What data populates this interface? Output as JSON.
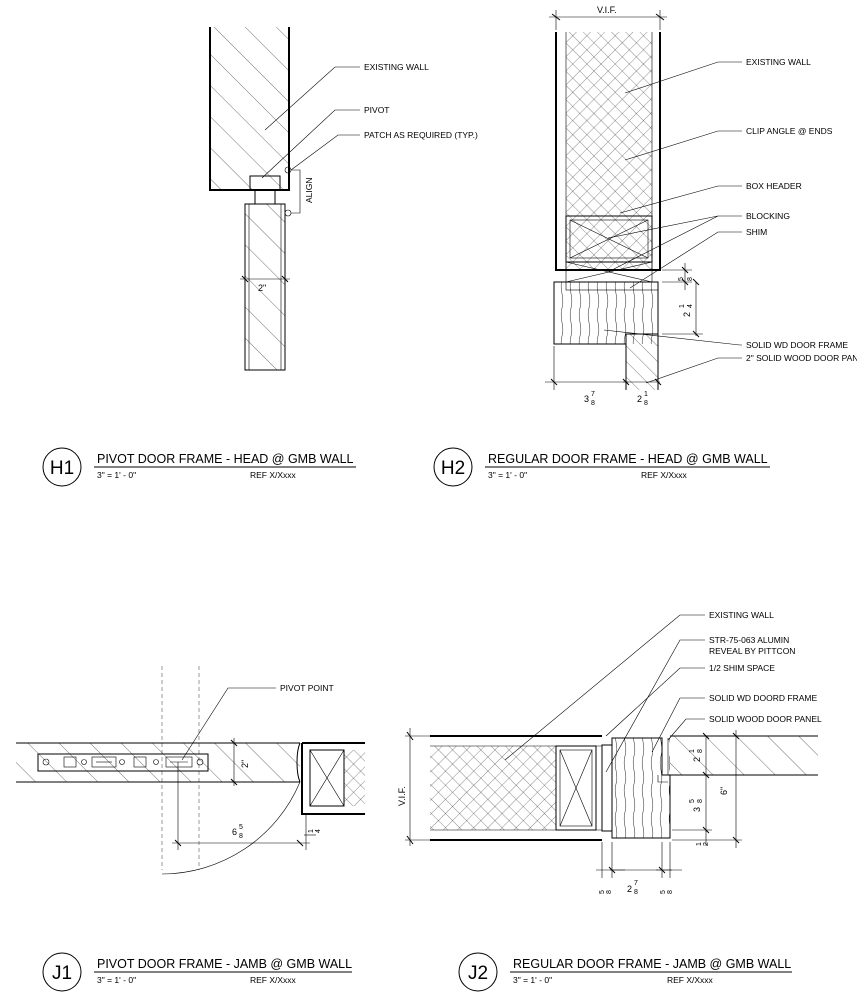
{
  "details": [
    {
      "bubble": "H1",
      "title": "PIVOT DOOR FRAME - HEAD @ GMB WALL",
      "scale": "3\" = 1' - 0\"",
      "ref": "REF X/Xxxx",
      "notes": [
        "EXISTING WALL",
        "PIVOT",
        "PATCH AS REQUIRED (TYP.)"
      ],
      "align_label": "ALIGN",
      "dimensions": [
        "2\""
      ]
    },
    {
      "bubble": "H2",
      "title": "REGULAR DOOR FRAME - HEAD @ GMB WALL",
      "scale": "3\" = 1' - 0\"",
      "ref": "REF X/Xxxx",
      "top_dimension": "V.I.F.",
      "notes": [
        "EXISTING WALL",
        "CLIP ANGLE @ ENDS",
        "BOX HEADER",
        "BLOCKING",
        "SHIM",
        "SOLID WD DOOR FRAME",
        "2\" SOLID WOOD DOOR PANEL"
      ],
      "dimensions": [
        "3",
        "7",
        "8",
        "2",
        "1",
        "8",
        "5",
        "8",
        "2",
        "1",
        "4"
      ]
    },
    {
      "bubble": "J1",
      "title": "PIVOT DOOR FRAME - JAMB @ GMB WALL",
      "scale": "3\" = 1' - 0\"",
      "ref": "REF X/Xxxx",
      "notes": [
        "PIVOT POINT"
      ],
      "dimensions": [
        "2\"",
        "6",
        "5",
        "8",
        "1",
        "4"
      ]
    },
    {
      "bubble": "J2",
      "title": "REGULAR DOOR FRAME - JAMB @ GMB WALL",
      "scale": "3\" = 1' - 0\"",
      "ref": "REF X/Xxxx",
      "side_dimension": "V.I.F.",
      "notes": [
        "EXISTING WALL",
        "STR-75-063 ALUMIN",
        "REVEAL BY PITTCON",
        "1/2 SHIM SPACE",
        "SOLID WD DOORD FRAME",
        "SOLID WOOD DOOR PANEL"
      ],
      "dimensions": [
        "5",
        "8",
        "2",
        "7",
        "8",
        "5",
        "8",
        "2",
        "1",
        "8",
        "3",
        "5",
        "8",
        "6\"",
        "1",
        "2"
      ]
    }
  ]
}
